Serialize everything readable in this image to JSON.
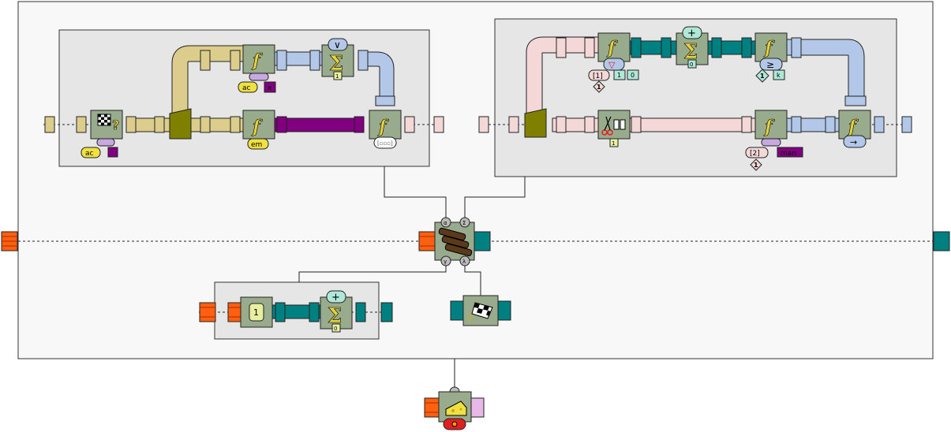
{
  "diagram": {
    "labels": {
      "ac_left": "ac",
      "x_tag": "x",
      "ac_bottom": "ac",
      "em": "em",
      "sigma_sub_left": "1",
      "empty_result": "[▫▫▫]",
      "list_one": "[1]",
      "box_one_a": "1",
      "box_zero": "0",
      "diamond_one_a": "1",
      "sigma_sub_right": "0",
      "diamond_one_b": "1",
      "k_tag": "k",
      "filter_count": "1",
      "list_two": "[2]",
      "man_tag": "man",
      "diamond_one_c": "1",
      "const_one": "1",
      "sigma_sub_bottom": "0",
      "split_a": "α",
      "split_sigma": "Σ",
      "split_gamma": "γ",
      "split_lambda": "λ"
    },
    "operators": {
      "or": "∨",
      "plus_right": "+",
      "plus_bottom": "+",
      "gte": "≥",
      "arrow": "→",
      "down_triangle": "▽",
      "question": "?"
    }
  }
}
